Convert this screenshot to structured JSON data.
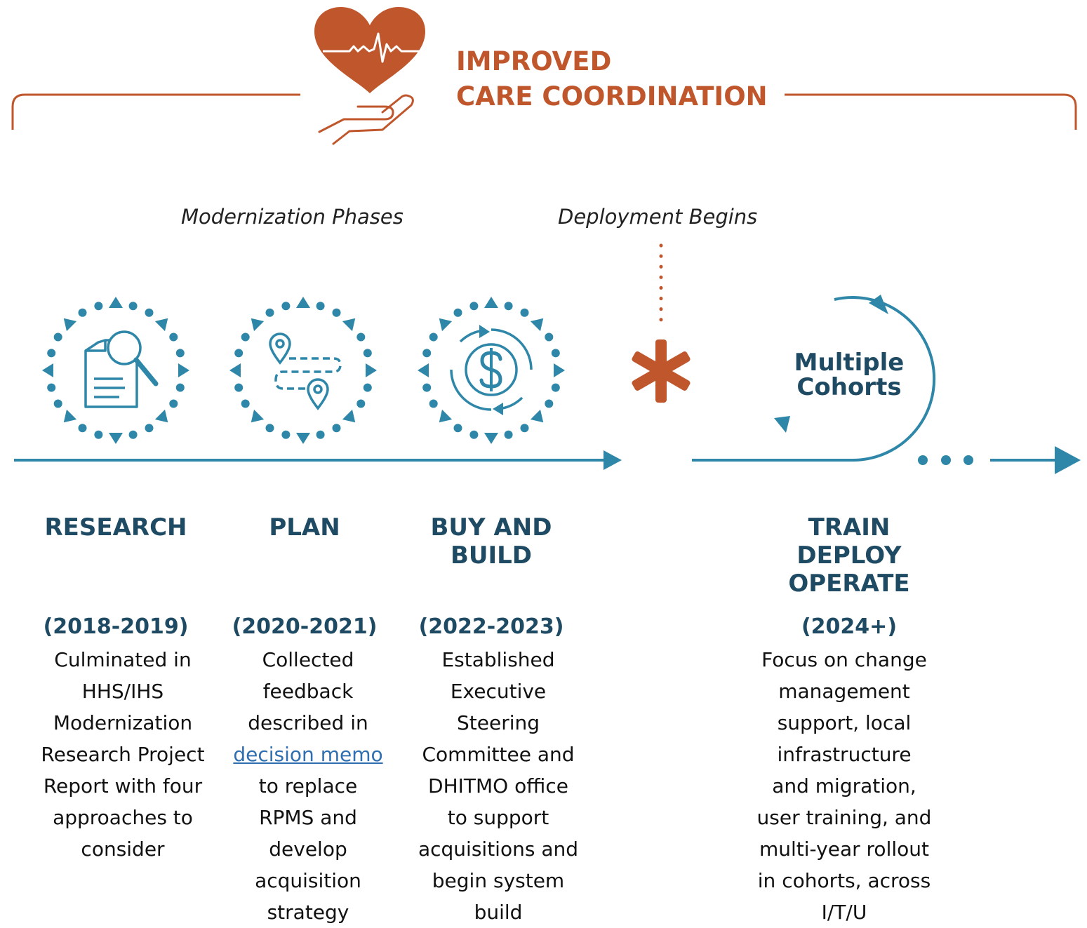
{
  "header": {
    "title_line1": "IMPROVED",
    "title_line2": "CARE COORDINATION",
    "icon": "heart-hand-icon"
  },
  "labels": {
    "modernization": "Modernization Phases",
    "deployment": "Deployment Begins",
    "cohorts_line1": "Multiple",
    "cohorts_line2": "Cohorts"
  },
  "colors": {
    "orange": "#c0562b",
    "teal": "#2e87a8",
    "navy": "#1e4b63"
  },
  "phases": [
    {
      "icon": "document-search-icon",
      "title": "RESEARCH",
      "years": "(2018-2019)",
      "desc": [
        "Culminated in",
        "HHS/IHS",
        "Modernization",
        "Research Project",
        "Report with four",
        "approaches to",
        "consider"
      ]
    },
    {
      "icon": "map-route-icon",
      "title": "PLAN",
      "years": "(2020-2021)",
      "desc_before": [
        "Collected",
        "feedback",
        "described in"
      ],
      "link": "decision memo",
      "desc_after": [
        "to replace",
        "RPMS and",
        "develop",
        "acquisition",
        "strategy"
      ]
    },
    {
      "icon": "dollar-cycle-icon",
      "title_line1": "BUY AND",
      "title_line2": "BUILD",
      "years": "(2022-2023)",
      "desc": [
        "Established",
        "Executive",
        "Steering",
        "Committee and",
        "DHITMO office",
        "to support",
        "acquisitions and",
        "begin system",
        "build"
      ]
    },
    {
      "icon": "cycle-arrow-icon",
      "title_line1": "TRAIN",
      "title_line2": "DEPLOY",
      "title_line3": "OPERATE",
      "years": "(2024+)",
      "desc": [
        "Focus on change",
        "management",
        "support, local",
        "infrastructure",
        "and migration,",
        "user training, and",
        "multi-year rollout",
        "in cohorts, across",
        "I/T/U"
      ]
    }
  ]
}
